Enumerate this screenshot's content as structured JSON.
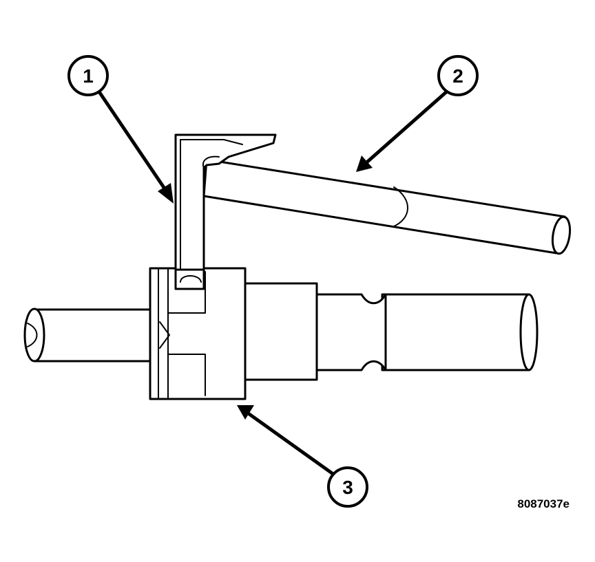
{
  "callouts": [
    {
      "label": "1"
    },
    {
      "label": "2"
    },
    {
      "label": "3"
    }
  ],
  "figure_id": "8087037e"
}
